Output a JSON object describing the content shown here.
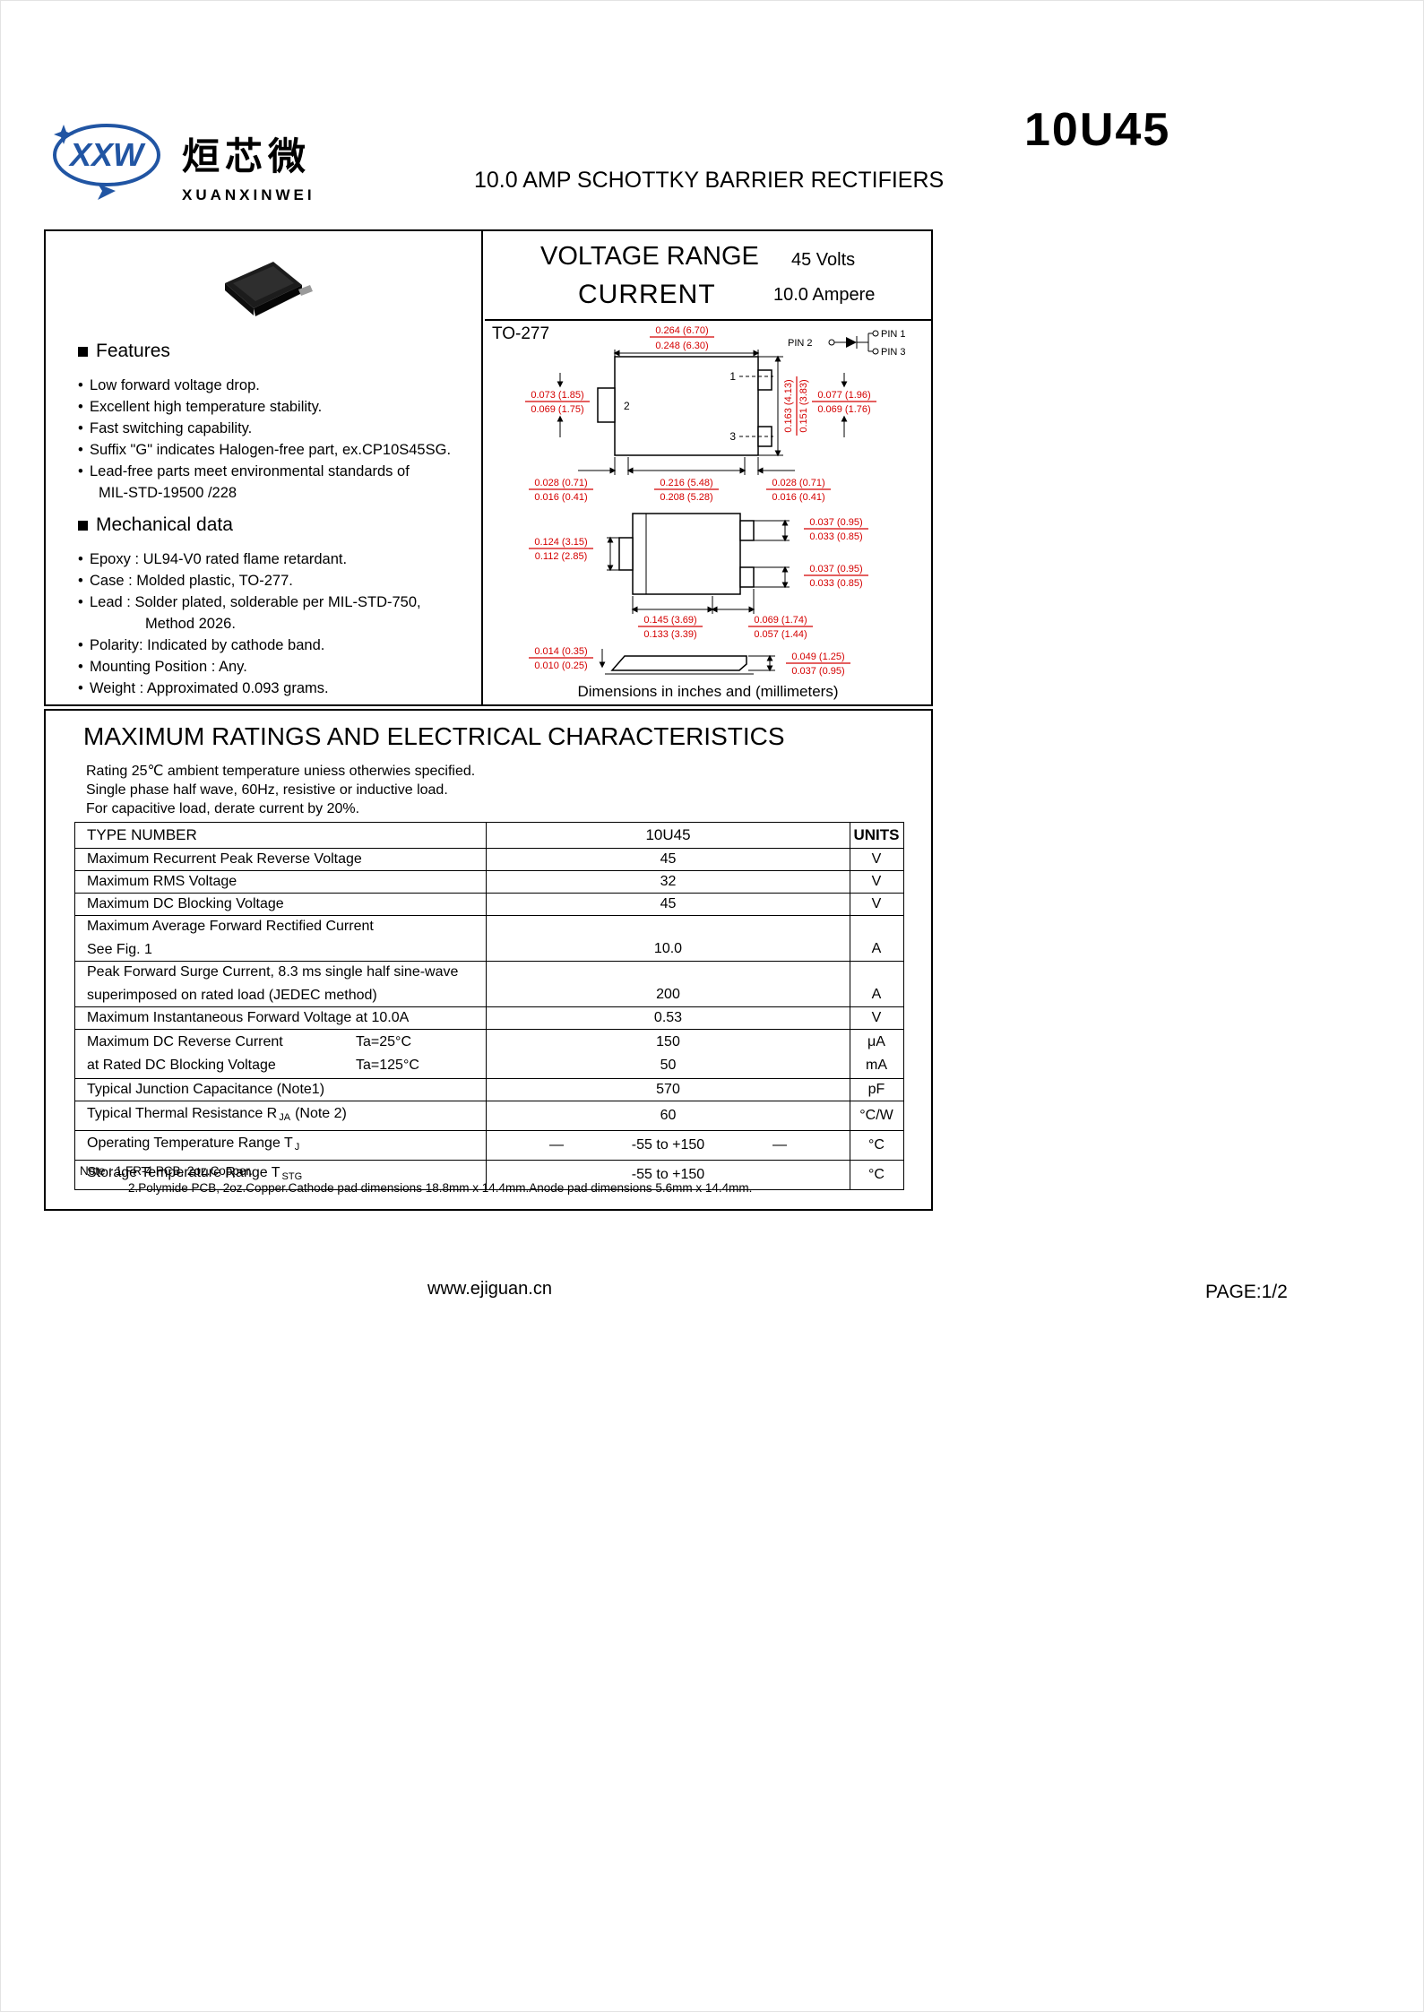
{
  "colors": {
    "logo_blue": "#2155a3",
    "dimension_red": "#d40000"
  },
  "header": {
    "logo": {
      "monogram": "XXW",
      "chinese": "烜芯微",
      "romanized": "XUANXINWEI"
    },
    "part_number": "10U45",
    "subtitle": "10.0 AMP SCHOTTKY BARRIER RECTIFIERS"
  },
  "overview": {
    "voltage_range_label": "VOLTAGE RANGE",
    "voltage_range_value": "45 Volts",
    "current_label": "CURRENT",
    "current_value": "10.0 Ampere",
    "package_name": "TO-277",
    "dimensions_caption": "Dimensions in inches and (millimeters)",
    "features": {
      "title": "Features",
      "items": [
        {
          "text": "Low forward voltage drop."
        },
        {
          "text": "Excellent high temperature stability."
        },
        {
          "text": "Fast switching capability."
        },
        {
          "text": "Suffix \"G\" indicates Halogen-free part, ex.CP10S45SG."
        },
        {
          "text": "Lead-free parts meet environmental standards of",
          "text2": "MIL-STD-19500 /228"
        }
      ]
    },
    "mechanical": {
      "title": "Mechanical data",
      "items": [
        {
          "text": "Epoxy : UL94-V0 rated flame retardant."
        },
        {
          "text": "Case : Molded plastic, TO-277."
        },
        {
          "text": "Lead : Solder plated, solderable per MIL-STD-750,",
          "text2": "Method 2026."
        },
        {
          "text": "Polarity: Indicated by cathode band."
        },
        {
          "text": "Mounting Position : Any."
        },
        {
          "text": "Weight : Approximated 0.093 grams."
        }
      ]
    },
    "drawing": {
      "pin1_label": "PIN 1",
      "pin2_label": "PIN 2",
      "pin3_label": "PIN 3",
      "pad1": "1",
      "pad2": "2",
      "pad3": "3",
      "dims": {
        "top_width": {
          "a": "0.264 (6.70)",
          "b": "0.248 (6.30)"
        },
        "left_tab": {
          "a": "0.073 (1.85)",
          "b": "0.069 (1.75)"
        },
        "right_pin": {
          "a": "0.077 (1.96)",
          "b": "0.069 (1.76)"
        },
        "body_height": {
          "a": "0.163 (4.13)",
          "b": "0.151 (3.83)"
        },
        "pad_small_left": {
          "a": "0.028 (0.71)",
          "b": "0.016 (0.41)"
        },
        "pad_center": {
          "a": "0.216 (5.48)",
          "b": "0.208 (5.28)"
        },
        "pad_small_right": {
          "a": "0.028 (0.71)",
          "b": "0.016 (0.41)"
        },
        "notch_height": {
          "a": "0.124 (3.15)",
          "b": "0.112 (2.85)"
        },
        "pad1_height": {
          "a": "0.037 (0.95)",
          "b": "0.033 (0.85)"
        },
        "pad3_height": {
          "a": "0.037 (0.95)",
          "b": "0.033 (0.85)"
        },
        "pad_width": {
          "a": "0.145 (3.69)",
          "b": "0.133 (3.39)"
        },
        "pad_gap": {
          "a": "0.069 (1.74)",
          "b": "0.057 (1.44)"
        },
        "standoff": {
          "a": "0.014 (0.35)",
          "b": "0.010 (0.25)"
        },
        "thickness": {
          "a": "0.049 (1.25)",
          "b": "0.037 (0.95)"
        }
      }
    }
  },
  "ratings": {
    "title": "MAXIMUM RATINGS AND ELECTRICAL  CHARACTERISTICS",
    "conditions": [
      "Rating 25℃ ambient temperature uniess otherwies specified.",
      "Single phase half wave, 60Hz, resistive or inductive load.",
      "For capacitive load, derate current by 20%."
    ],
    "table": {
      "headers": [
        "TYPE NUMBER",
        "10U45",
        "UNITS"
      ],
      "rows": [
        {
          "label": "Maximum Recurrent Peak Reverse Voltage",
          "value": "45",
          "unit": "V"
        },
        {
          "label": "Maximum RMS Voltage",
          "value": "32",
          "unit": "V"
        },
        {
          "label": "Maximum DC Blocking Voltage",
          "value": "45",
          "unit": "V"
        },
        {
          "label": "Maximum Average Forward Rectified Current",
          "label2": "See Fig. 1",
          "value": "10.0",
          "unit": "A"
        },
        {
          "label": "Peak Forward Surge Current, 8.3 ms single half sine-wave",
          "label2": "superimposed on rated load (JEDEC method)",
          "value": "200",
          "unit": "A"
        },
        {
          "label": "Maximum Instantaneous Forward Voltage at 10.0A",
          "value": "0.53",
          "unit": "V"
        },
        {
          "label": "Maximum DC Reverse Current",
          "condition": "Ta=25°C",
          "value": "150",
          "unit": "μA"
        },
        {
          "label": "at Rated DC Blocking Voltage",
          "condition": "Ta=125°C",
          "value": "50",
          "unit": "mA"
        },
        {
          "label": "Typical Junction Capacitance (Note1)",
          "value": "570",
          "unit": "pF"
        },
        {
          "label": "Typical Thermal Resistance R",
          "sub": "JA",
          "post": "(Note 2)",
          "value": "60",
          "unit": "°C/W"
        },
        {
          "label": "Operating Temperature Range T",
          "sub": "J",
          "value": "-55 to +150",
          "unit": "°C",
          "dash": "—"
        },
        {
          "label": "Storage Temperature Range T",
          "sub": "STG",
          "value": "-55 to +150",
          "unit": "°C"
        }
      ]
    },
    "notes": [
      "Note : 1.FR-4 PCB, 2oz.Copper.",
      "2.Polymide PCB, 2oz.Copper.Cathode pad dimensions 18.8mm x 14.4mm.Anode pad dimensions 5.6mm x 14.4mm."
    ]
  },
  "footer": {
    "website": "www.ejiguan.cn",
    "page": "PAGE:1/2"
  }
}
